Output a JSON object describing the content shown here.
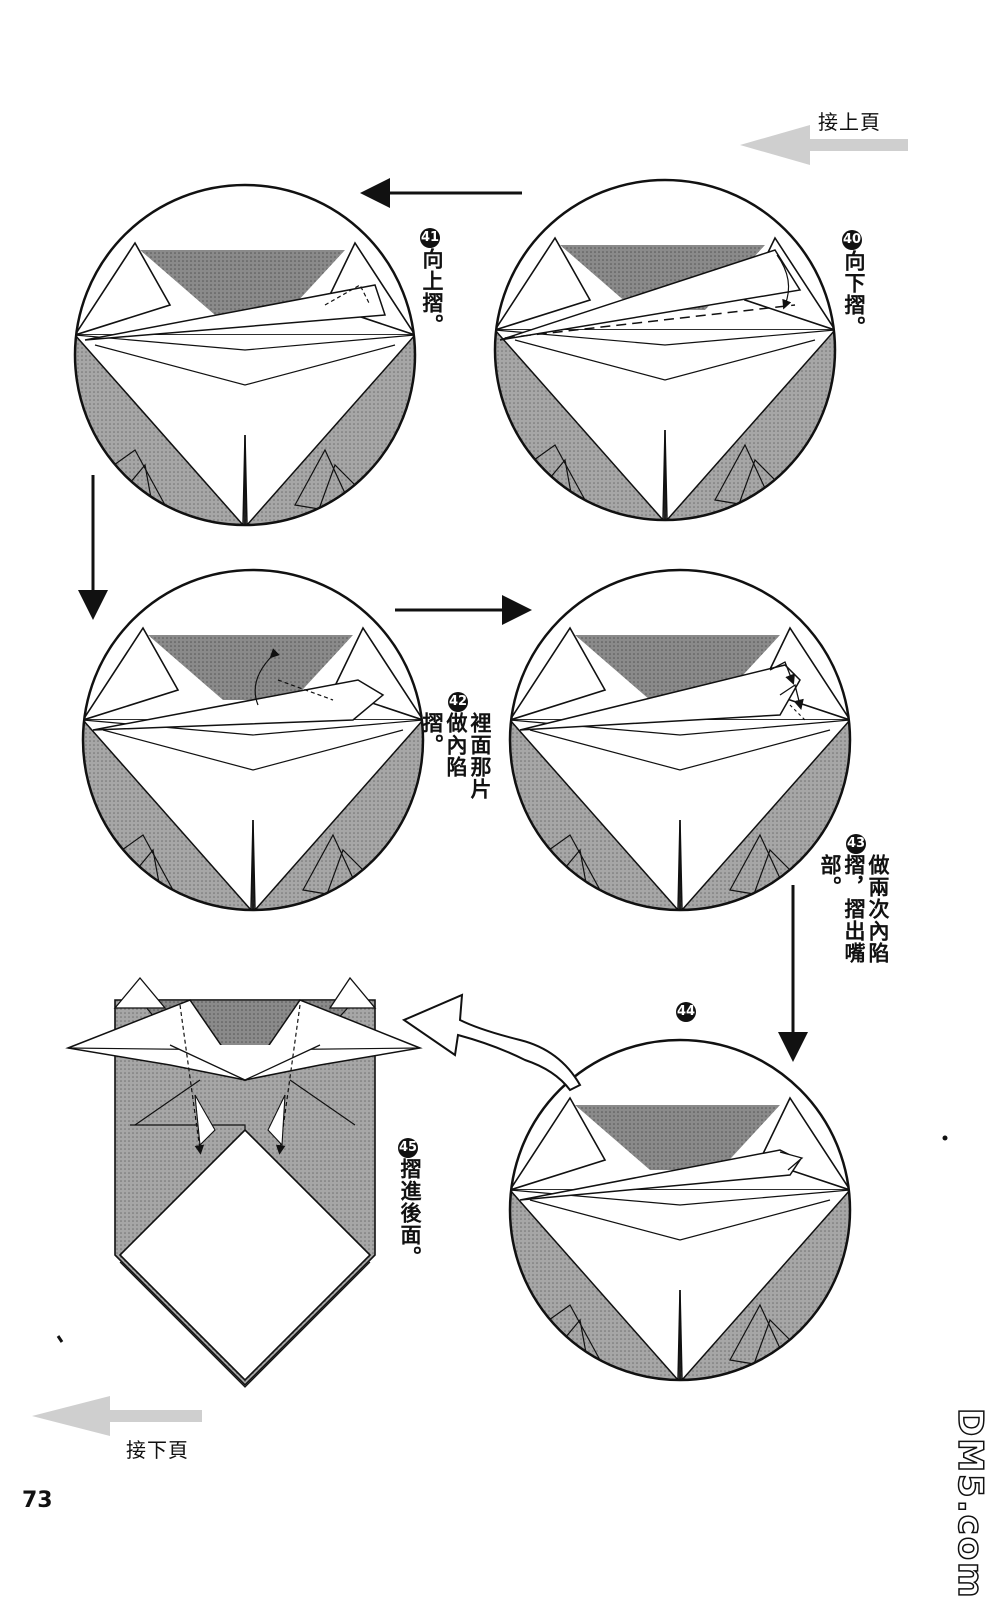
{
  "nav": {
    "prev_label": "接上頁",
    "next_label": "接下頁"
  },
  "steps": [
    {
      "num": "40",
      "text": "向下摺。"
    },
    {
      "num": "41",
      "text": "向上摺。"
    },
    {
      "num": "42",
      "text": "裡面那片做內陷摺。"
    },
    {
      "num": "43",
      "text": "做兩次內陷摺，摺出嘴部。"
    },
    {
      "num": "44",
      "text": ""
    },
    {
      "num": "45",
      "text": "摺進後面。"
    }
  ],
  "page_number": "73",
  "watermark": "DM5.com",
  "colors": {
    "line": "#111111",
    "shade": "#9a9a9a",
    "dark_shade": "#7d7d7d",
    "gray_arrow": "#cfcfcf"
  }
}
